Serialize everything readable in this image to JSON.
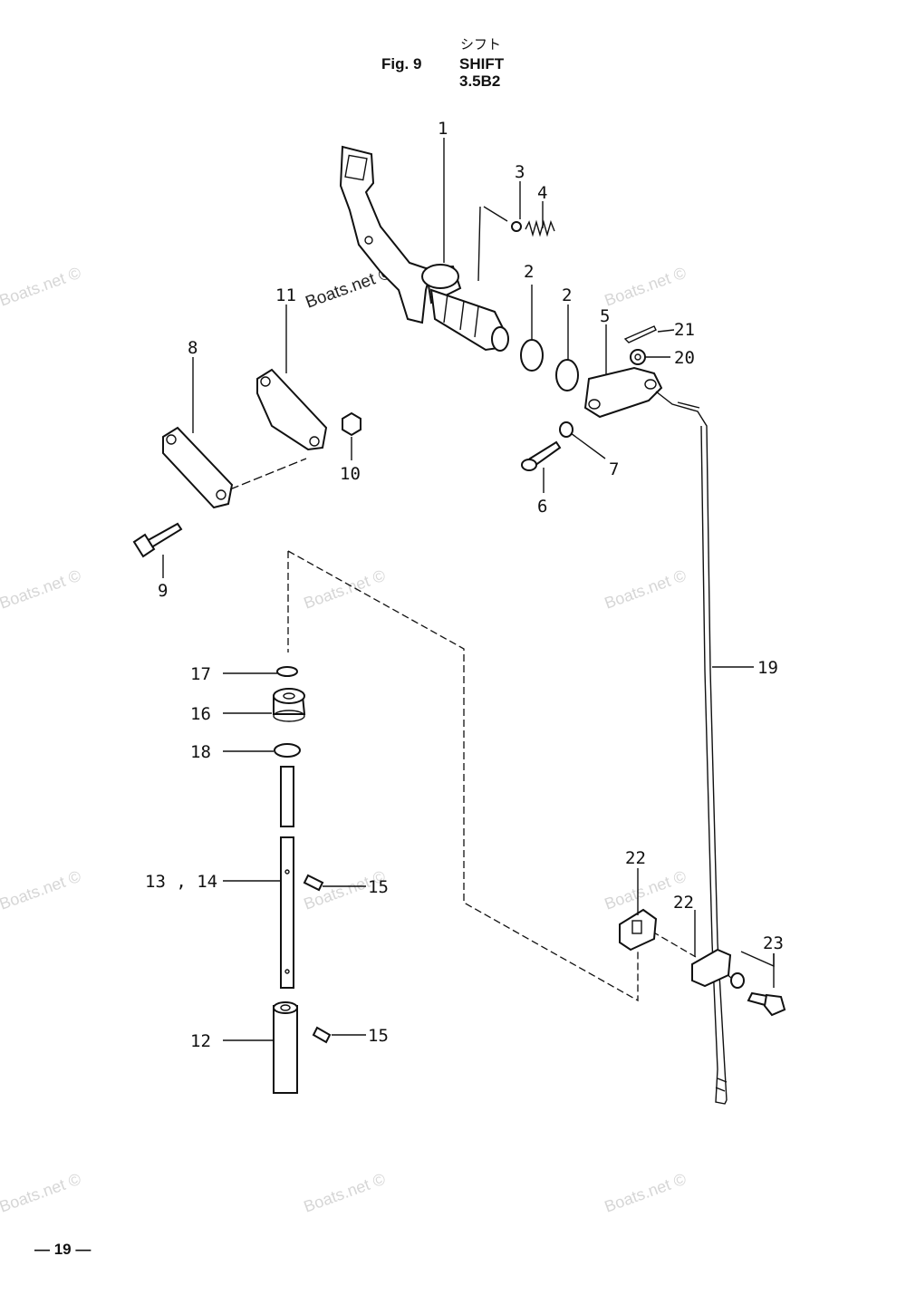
{
  "header": {
    "japanese_title": "シフト",
    "figure_label": "Fig. 9",
    "title": "SHIFT",
    "model": "3.5B2"
  },
  "callouts": {
    "p1": "1",
    "p2a": "2",
    "p2b": "2",
    "p3": "3",
    "p4": "4",
    "p5": "5",
    "p6": "6",
    "p7": "7",
    "p8": "8",
    "p9": "9",
    "p10": "10",
    "p11": "11",
    "p12": "12",
    "p13_14": "13 , 14",
    "p15a": "15",
    "p15b": "15",
    "p16": "16",
    "p17": "17",
    "p18": "18",
    "p19": "19",
    "p20": "20",
    "p21": "21",
    "p22a": "22",
    "p22b": "22",
    "p23": "23"
  },
  "watermark": "Boats.net ©",
  "watermark_main": "Boats.net ©",
  "footer": {
    "page_number": "— 19 —"
  }
}
